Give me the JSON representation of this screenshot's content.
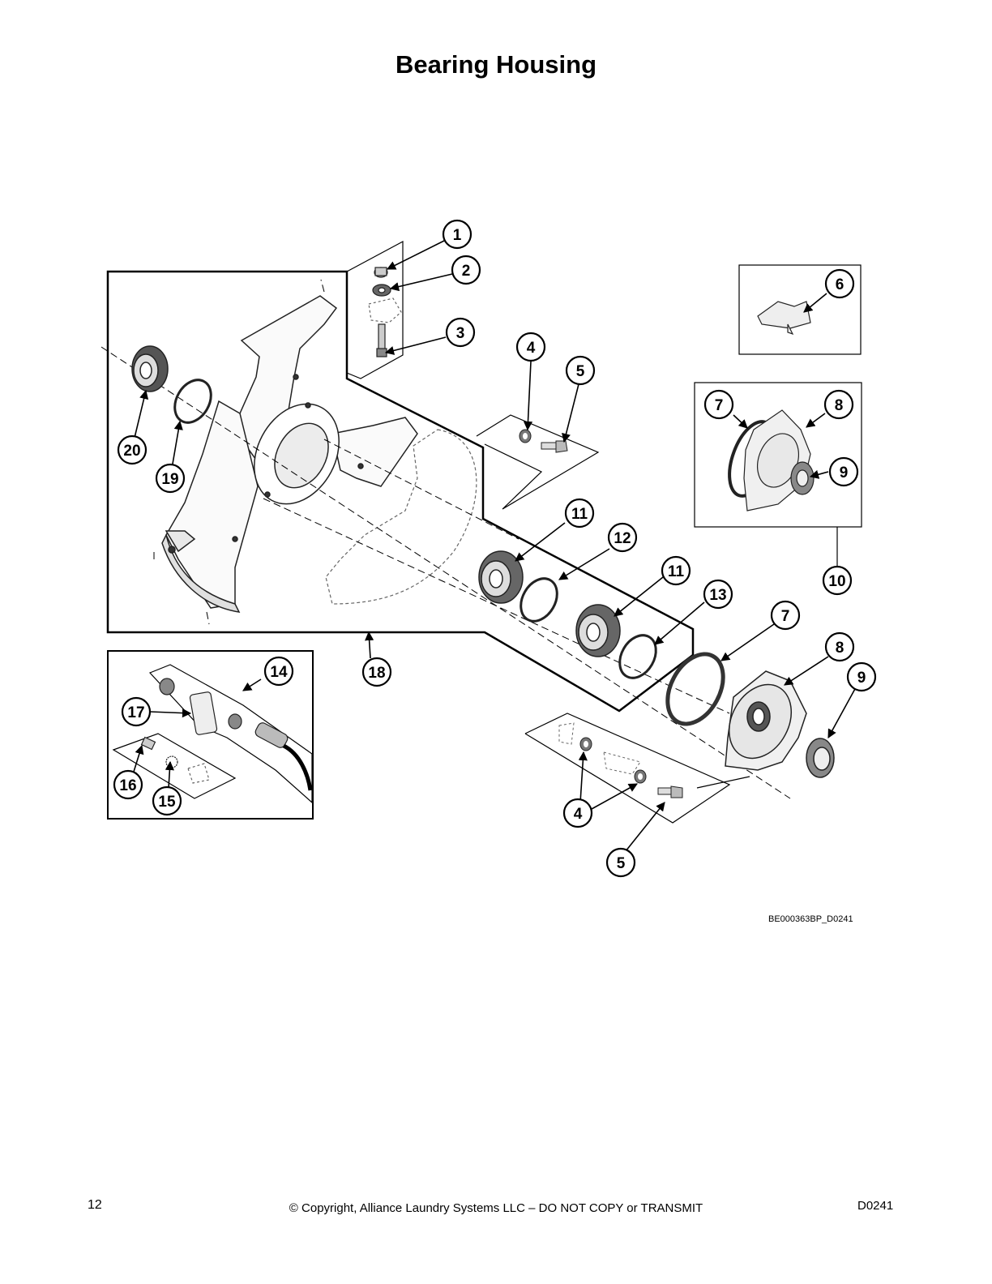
{
  "page": {
    "title": "Bearing Housing",
    "drawing_id": "BE000363BP_D0241",
    "page_number": "12",
    "copyright": "© Copyright, Alliance Laundry Systems LLC – DO NOT COPY or TRANSMIT",
    "doc_code": "D0241"
  },
  "callouts": [
    "1",
    "2",
    "3",
    "4",
    "5",
    "6",
    "7",
    "8",
    "9",
    "10",
    "11",
    "12",
    "11",
    "13",
    "7",
    "8",
    "9",
    "14",
    "18",
    "17",
    "16",
    "15",
    "4",
    "5",
    "20",
    "19"
  ]
}
